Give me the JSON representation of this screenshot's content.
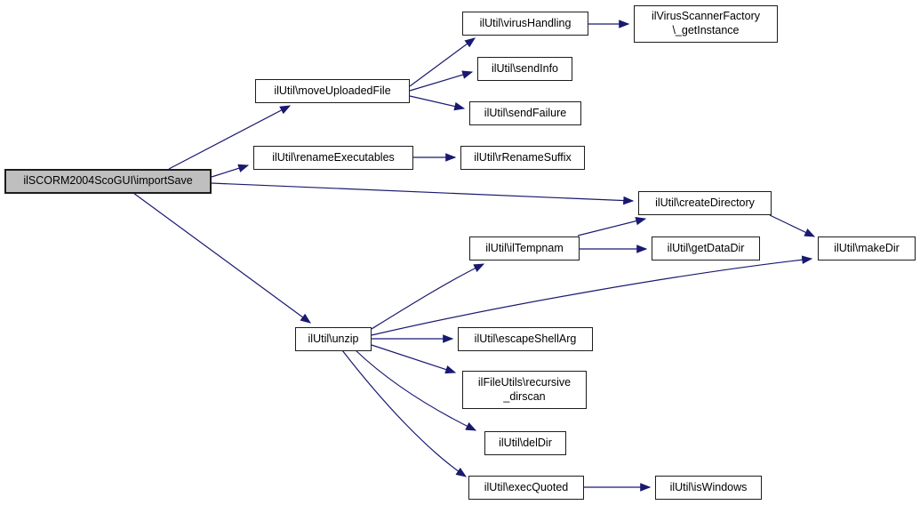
{
  "diagram": {
    "type": "call-graph",
    "colors": {
      "edge": "#191970",
      "root_fill": "#bfbfbf",
      "node_fill": "#ffffff",
      "node_border": "#1c1c1c",
      "background": "#ffffff"
    },
    "nodes": [
      {
        "id": "importSave",
        "label": "ilSCORM2004ScoGUI\\importSave",
        "type": "root"
      },
      {
        "id": "moveUploadedFile",
        "label": "ilUtil\\moveUploadedFile",
        "type": "function"
      },
      {
        "id": "virusHandling",
        "label": "ilUtil\\virusHandling",
        "type": "function"
      },
      {
        "id": "virusScannerFactory",
        "label": "ilVirusScannerFactory\n\\_getInstance",
        "type": "function"
      },
      {
        "id": "sendInfo",
        "label": "ilUtil\\sendInfo",
        "type": "function"
      },
      {
        "id": "sendFailure",
        "label": "ilUtil\\sendFailure",
        "type": "function"
      },
      {
        "id": "renameExecutables",
        "label": "ilUtil\\renameExecutables",
        "type": "function"
      },
      {
        "id": "rRenameSuffix",
        "label": "ilUtil\\rRenameSuffix",
        "type": "function"
      },
      {
        "id": "createDirectory",
        "label": "ilUtil\\createDirectory",
        "type": "function"
      },
      {
        "id": "ilTempnam",
        "label": "ilUtil\\ilTempnam",
        "type": "function"
      },
      {
        "id": "getDataDir",
        "label": "ilUtil\\getDataDir",
        "type": "function"
      },
      {
        "id": "makeDir",
        "label": "ilUtil\\makeDir",
        "type": "function"
      },
      {
        "id": "unzip",
        "label": "ilUtil\\unzip",
        "type": "function"
      },
      {
        "id": "escapeShellArg",
        "label": "ilUtil\\escapeShellArg",
        "type": "function"
      },
      {
        "id": "recursiveDirscan",
        "label": "ilFileUtils\\recursive\n_dirscan",
        "type": "function"
      },
      {
        "id": "delDir",
        "label": "ilUtil\\delDir",
        "type": "function"
      },
      {
        "id": "execQuoted",
        "label": "ilUtil\\execQuoted",
        "type": "function"
      },
      {
        "id": "isWindows",
        "label": "ilUtil\\isWindows",
        "type": "function"
      }
    ],
    "edges": [
      {
        "from": "importSave",
        "to": "moveUploadedFile"
      },
      {
        "from": "importSave",
        "to": "renameExecutables"
      },
      {
        "from": "importSave",
        "to": "createDirectory"
      },
      {
        "from": "importSave",
        "to": "unzip"
      },
      {
        "from": "moveUploadedFile",
        "to": "virusHandling"
      },
      {
        "from": "moveUploadedFile",
        "to": "sendInfo"
      },
      {
        "from": "moveUploadedFile",
        "to": "sendFailure"
      },
      {
        "from": "virusHandling",
        "to": "virusScannerFactory"
      },
      {
        "from": "renameExecutables",
        "to": "rRenameSuffix"
      },
      {
        "from": "ilTempnam",
        "to": "createDirectory"
      },
      {
        "from": "ilTempnam",
        "to": "getDataDir"
      },
      {
        "from": "createDirectory",
        "to": "makeDir"
      },
      {
        "from": "unzip",
        "to": "ilTempnam"
      },
      {
        "from": "unzip",
        "to": "makeDir"
      },
      {
        "from": "unzip",
        "to": "escapeShellArg"
      },
      {
        "from": "unzip",
        "to": "recursiveDirscan"
      },
      {
        "from": "unzip",
        "to": "delDir"
      },
      {
        "from": "unzip",
        "to": "execQuoted"
      },
      {
        "from": "execQuoted",
        "to": "isWindows"
      }
    ]
  }
}
